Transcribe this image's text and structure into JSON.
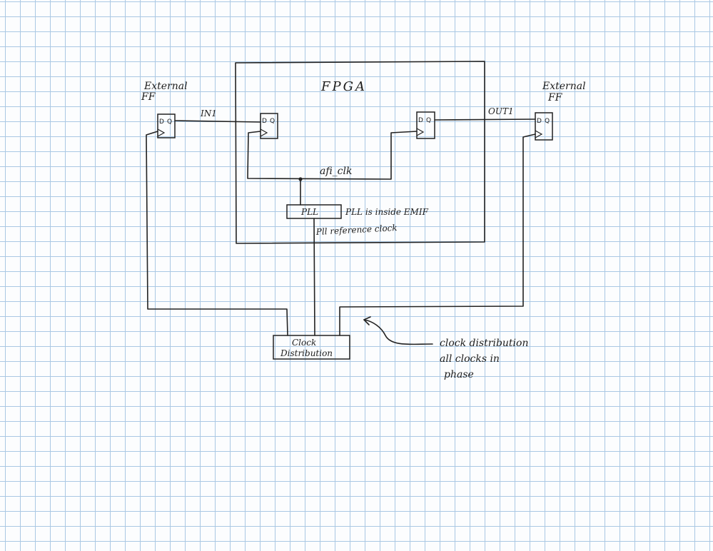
{
  "diagram": {
    "fpga_label": "FPGA",
    "external_ff_left": {
      "line1": "External",
      "line2": "FF"
    },
    "external_ff_right": {
      "line1": "External",
      "line2": "FF"
    },
    "ff_pin_d": "D",
    "ff_pin_q": "Q",
    "signal_in": "IN1",
    "signal_out": "OUT1",
    "clock_net": "afi_clk",
    "pll_block": "PLL",
    "pll_note": "PLL is inside EMIF",
    "pll_ref_label": "Pll reference clock",
    "clock_dist_block": {
      "line1": "Clock",
      "line2": "Distribution"
    },
    "clock_dist_note": {
      "line1": "clock distribution",
      "line2": "all clocks   in",
      "line3": "phase"
    }
  }
}
